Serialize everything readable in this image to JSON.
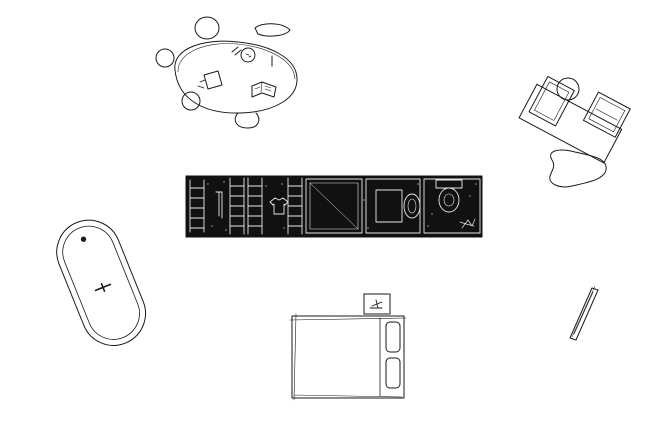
{
  "colors": {
    "ink": "#1a1a1a",
    "paper": "#ffffff",
    "strip_fill": "#111111",
    "strip_line": "#e8e8e8"
  },
  "items": [
    {
      "name": "dining-table",
      "icon": "round-table-with-chairs-icon"
    },
    {
      "name": "sofa-set",
      "icon": "sofa-and-armchair-icon"
    },
    {
      "name": "pebble-rug",
      "icon": "pebble-rug-icon"
    },
    {
      "name": "bathtub",
      "icon": "freestanding-bathtub-icon"
    },
    {
      "name": "bed",
      "icon": "double-bed-icon"
    },
    {
      "name": "nightstand",
      "icon": "nightstand-with-lamp-icon"
    },
    {
      "name": "leaning-mirror",
      "icon": "leaning-mirror-icon"
    },
    {
      "name": "floor-plan-strip",
      "icon": "closet-bath-wc-plan-icon"
    }
  ]
}
